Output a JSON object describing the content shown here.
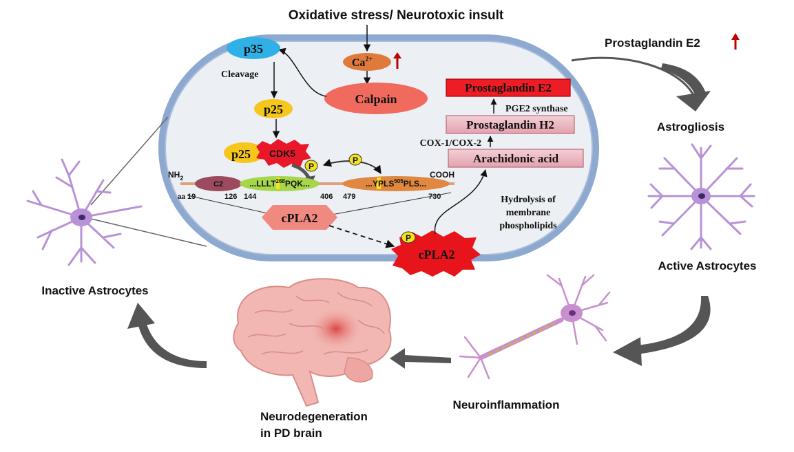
{
  "header": {
    "insult": "Oxidative stress/ Neurotoxic insult",
    "pge2_release": "Prostaglandin E2"
  },
  "cell": {
    "p35": "p35",
    "cleavage": "Cleavage",
    "p25": "p25",
    "p25_complex": "p25",
    "cdk5": "CDK5",
    "calcium": "Ca",
    "calcium_sup": "2+",
    "calpain": "Calpain",
    "phospho_p": "P",
    "protein": {
      "nh2": "NH",
      "nh2_sub": "2",
      "cooh": "COOH",
      "c2": "C2",
      "seg1_pre": "...LLL",
      "seg1_site_res": "T",
      "seg1_site_num": "268",
      "seg1_post": "PQK...",
      "seg2_pre": "...YPL",
      "seg2_site_res": "S",
      "seg2_site_num": "505",
      "seg2_post": "PLS...",
      "aa_label": "aa",
      "positions": [
        "19",
        "126",
        "144",
        "406",
        "479",
        "730"
      ]
    },
    "cpla2_inactive": "cPLA2",
    "cpla2_active": "cPLA2",
    "hydrolysis": [
      "Hydrolysis of",
      "membrane",
      "phospholipids"
    ],
    "arachidonic": "Arachidonic acid",
    "cox": "COX-1/COX-2",
    "pgh2": "Prostaglandin H2",
    "pge2_synthase": "PGE2 synthase",
    "pge2": "Prostaglandin E2"
  },
  "cycle": {
    "astrogliosis": "Astrogliosis",
    "active_astrocytes": "Active Astrocytes",
    "neuroinflammation": "Neuroinflammation",
    "neurodegeneration": [
      "Neurodegeneration",
      "in PD brain"
    ],
    "inactive_astrocytes": "Inactive Astrocytes"
  },
  "colors": {
    "membrane": "#8ea9cf",
    "cytoplasm": "#eceff3",
    "p35": "#2fb0e6",
    "p25": "#f5c61b",
    "cdk5": "#e8182a",
    "calpain": "#f06b5e",
    "calcium": "#e07a3c",
    "cpla2_inactive": "#f08a80",
    "cpla2_active": "#e8141c",
    "pge2": "#ee1c24",
    "pathway_box": "#eab3bd",
    "astrocyte": "#b792d6",
    "arrow_gray": "#555555",
    "up_arrow": "#c00000"
  }
}
